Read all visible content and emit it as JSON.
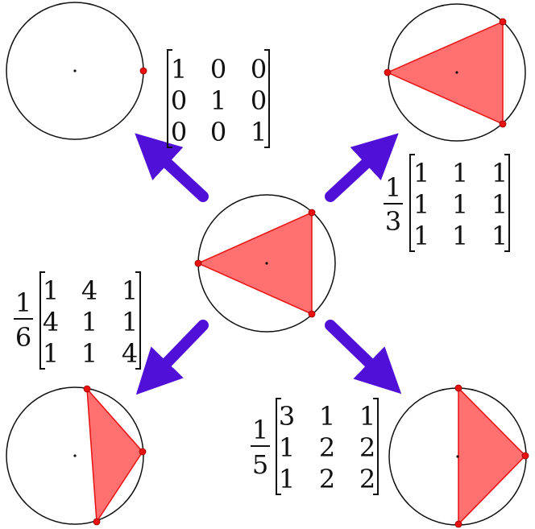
{
  "colors": {
    "arrow": "#5010d8",
    "triangle_fill": "#ff7070",
    "triangle_stroke": "#e81010",
    "vertex": "#e81010",
    "circle": "#111111"
  },
  "center": {
    "name": "center",
    "points": [
      "top-right",
      "bottom-right",
      "left"
    ]
  },
  "outcomes": [
    {
      "name": "top-left",
      "prefactor": "",
      "matrix": [
        [
          "1",
          "0",
          "0"
        ],
        [
          "0",
          "1",
          "0"
        ],
        [
          "0",
          "0",
          "1"
        ]
      ],
      "points": [
        "right"
      ]
    },
    {
      "name": "top-right",
      "prefactor": {
        "num": "1",
        "den": "3"
      },
      "matrix": [
        [
          "1",
          "1",
          "1"
        ],
        [
          "1",
          "1",
          "1"
        ],
        [
          "1",
          "1",
          "1"
        ]
      ],
      "points": [
        "top-right",
        "bottom-right",
        "left"
      ]
    },
    {
      "name": "bottom-left",
      "prefactor": {
        "num": "1",
        "den": "6"
      },
      "matrix": [
        [
          "1",
          "4",
          "1"
        ],
        [
          "4",
          "1",
          "1"
        ],
        [
          "1",
          "1",
          "4"
        ]
      ],
      "points": [
        "top",
        "right",
        "bottom"
      ]
    },
    {
      "name": "bottom-right",
      "prefactor": {
        "num": "1",
        "den": "5"
      },
      "matrix": [
        [
          "3",
          "1",
          "1"
        ],
        [
          "1",
          "2",
          "2"
        ],
        [
          "1",
          "2",
          "2"
        ]
      ],
      "points": [
        "top",
        "right",
        "bottom"
      ]
    }
  ]
}
